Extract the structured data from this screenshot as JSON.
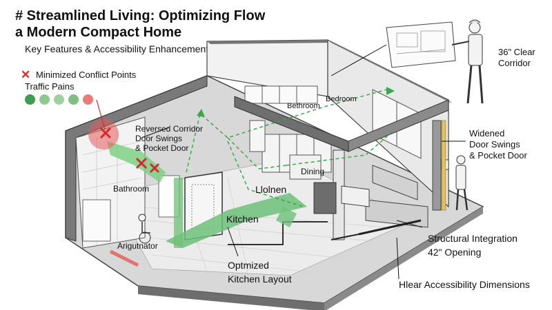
{
  "header": {
    "title_line1": "# Streamlined Living: Optimizing Flow",
    "title_line2": "a Modern Compact Home",
    "subtitle": "Key Features & Accessibility Enhancements"
  },
  "legend": {
    "marker": "✕",
    "item1": "Minimized Conflict Points",
    "item2": "Traffic Pains",
    "dot_colors": [
      "#3f9b4e",
      "#8cc98f",
      "#9fd0a0",
      "#7fbf82",
      "#e97b7b"
    ]
  },
  "rooms": {
    "bathroom_left": "Bathroom",
    "bethroom": "Bethroom",
    "bedroom": "Bedroom",
    "dining": "Dining",
    "llonen": "Llolnen",
    "kitchen": "Kitchen",
    "arigutnator": "Arigutnator"
  },
  "callouts": {
    "reversed_line1": "Reversed Corridor",
    "reversed_line2": "Door Swings",
    "reversed_line3": "& Pocket Door",
    "clear_line1": "36\" Clear",
    "clear_line2": "Corridor",
    "widened_line1": "Widened",
    "widened_line2": "Door Swings",
    "widened_line3": "& Pocket Door",
    "structural": "Structural Integration",
    "opening": "42\" Opening",
    "kitchen_line1": "Optmized",
    "kitchen_line2": "Kitchen Layout",
    "accessibility": "Hlear Accessibility Dimensions"
  },
  "colors": {
    "flow_green": "#3aa84a",
    "conflict_red": "#d62a2a",
    "wall": "#707070",
    "floor": "#e8e8e8"
  },
  "icons": [
    "conflict-x-icon",
    "person-wheelchair-icon",
    "worker-icon",
    "blueprint-icon",
    "flow-arrow-icon"
  ]
}
